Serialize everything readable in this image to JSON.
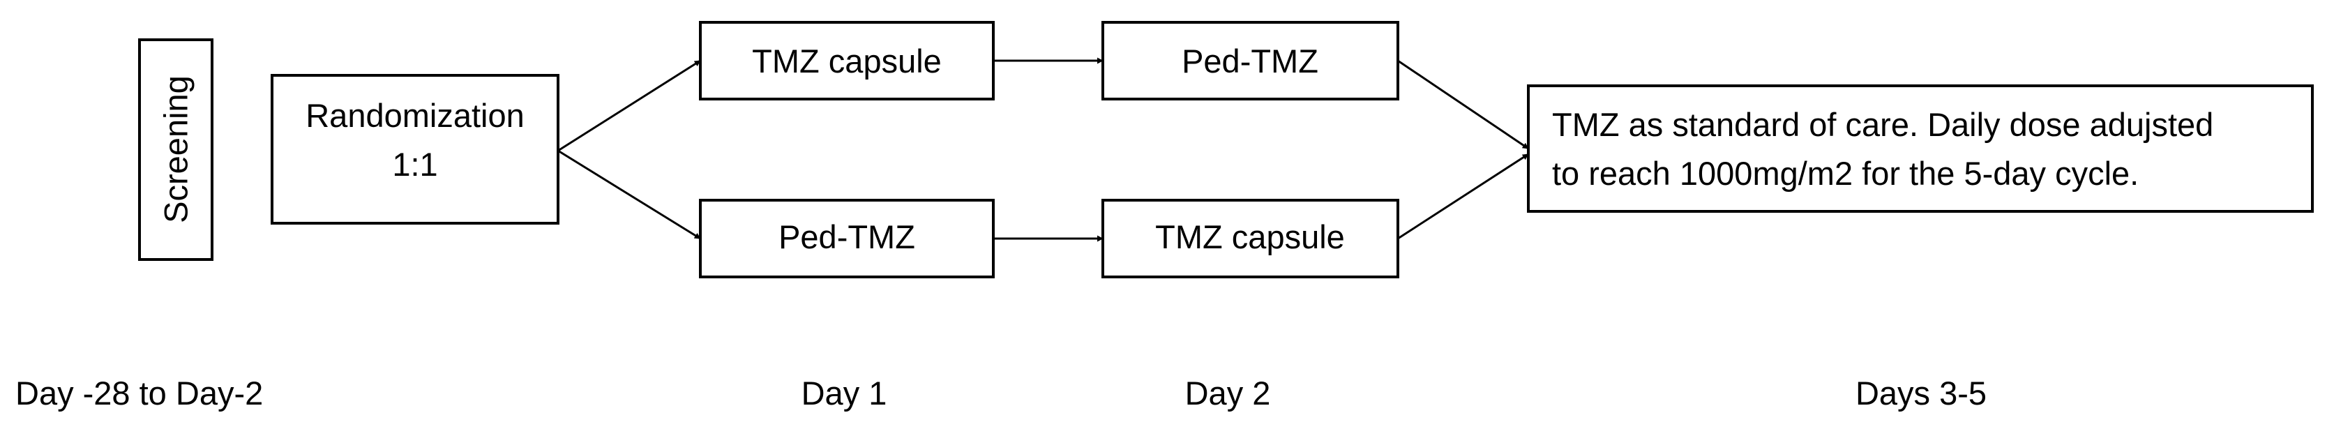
{
  "diagram": {
    "screening": "Screening",
    "randomization_line1": "Randomization",
    "randomization_line2": "1:1",
    "arm_a": {
      "day1": "TMZ capsule",
      "day2": "Ped-TMZ"
    },
    "arm_b": {
      "day1": "Ped-TMZ",
      "day2": "TMZ capsule"
    },
    "standard_care_line1": "TMZ as standard of care. Daily dose adujsted",
    "standard_care_line2": "to reach 1000mg/m2 for the 5-day cycle."
  },
  "timeline": {
    "screening_period": "Day -28 to Day-2",
    "day1": "Day 1",
    "day2": "Day 2",
    "days3_5": "Days 3-5"
  },
  "colors": {
    "stroke": "#000000",
    "background": "#ffffff"
  }
}
